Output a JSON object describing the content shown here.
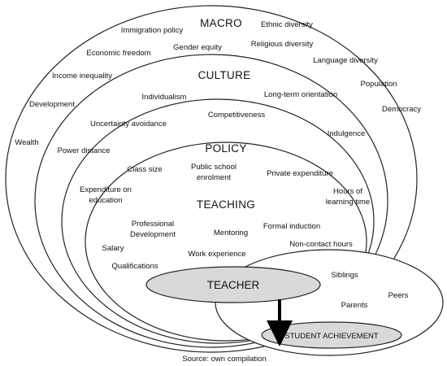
{
  "titles": {
    "macro": "MACRO",
    "culture": "CULTURE",
    "policy": "POLICY",
    "teaching": "TEACHING",
    "teacher": "TEACHER",
    "student_achievement": "STUDENT ACHIEVEMENT"
  },
  "macro": {
    "immigration_policy": "Immigration policy",
    "ethnic_diversity": "Ethnic diversity",
    "gender_equity": "Gender equity",
    "religious_diversity": "Religious diversity",
    "economic_freedom": "Economic freedom",
    "language_diversity": "Language diversity",
    "income_inequality": "Income inequality",
    "population": "Population",
    "development": "Development",
    "democracy": "Democracy",
    "wealth": "Wealth"
  },
  "culture": {
    "individualism": "Individualism",
    "long_term_orientation": "Long-term orientation",
    "competitiveness": "Competitiveness",
    "uncertainty_avoidance": "Uncertainty avoidance",
    "indulgence": "Indulgence",
    "power_distance": "Power distance"
  },
  "policy": {
    "class_size": "Class size",
    "public_school_1": "Public school",
    "public_school_2": "enrolment",
    "private_expenditure": "Private expenditure",
    "expenditure_1": "Expenditure on",
    "expenditure_2": "education",
    "hours_1": "Hours of",
    "hours_2": "learning time"
  },
  "teaching": {
    "prof_dev_1": "Professional",
    "prof_dev_2": "Development",
    "mentoring": "Mentoring",
    "formal_induction": "Formal induction",
    "salary": "Salary",
    "non_contact_hours": "Non-contact hours",
    "work_experience": "Work experience",
    "qualifications": "Qualifications"
  },
  "student": {
    "siblings": "Siblings",
    "peers": "Peers",
    "parents": "Parents"
  },
  "source": "Source: own compilation",
  "colors": {
    "outline": "#222222",
    "fill_grey": "#d9d9d9",
    "arrow": "#000000"
  }
}
